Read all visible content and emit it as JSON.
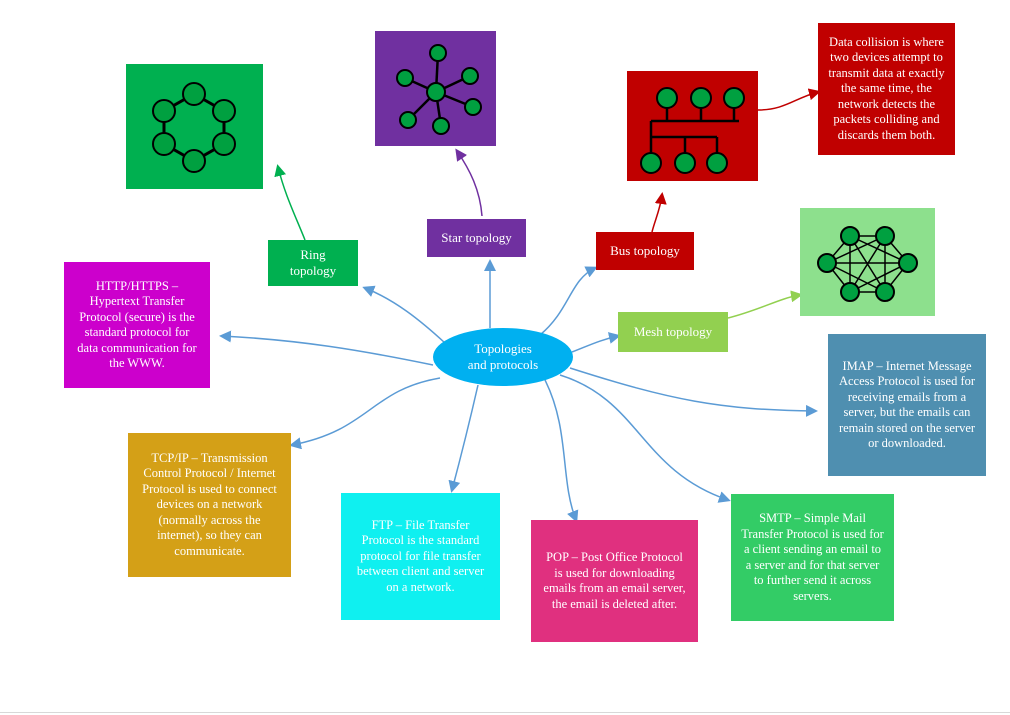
{
  "center": {
    "label": "Topologies\nand protocols",
    "color": "#00b0f0"
  },
  "topologies": {
    "ring": {
      "label": "Ring\ntopology",
      "color": "#00b050",
      "icon": "ring-topology-icon"
    },
    "star": {
      "label": "Star topology",
      "color": "#7030a0",
      "icon": "star-topology-icon"
    },
    "bus": {
      "label": "Bus topology",
      "color": "#c00000",
      "icon": "bus-topology-icon"
    },
    "mesh": {
      "label": "Mesh topology",
      "color": "#92d050",
      "icon": "mesh-topology-icon"
    }
  },
  "collision_note": {
    "text": "Data collision  is where two devices attempt to transmit data at exactly the same time, the network detects the packets colliding  and discards them both.",
    "color": "#c00000"
  },
  "protocols": {
    "http": {
      "text": "HTTP/HTTPS – Hypertext Transfer Protocol (secure) is the standard protocol for data communication for the WWW.",
      "color": "#cc00cc"
    },
    "tcpip": {
      "text": "TCP/IP – Transmission Control Protocol / Internet Protocol is used to connect devices on a network (normally across the internet),  so they can communicate.",
      "color": "#d4a017"
    },
    "ftp": {
      "text": "FTP – File Transfer Protocol is the standard protocol for file transfer between client and server on a network.",
      "color": "#00e5f0"
    },
    "pop": {
      "text": "POP – Post Office Protocol is used for downloading  emails from an email server, the email is deleted after.",
      "color": "#e0307f"
    },
    "smtp": {
      "text": "SMTP – Simple Mail Transfer Protocol is used for a client sending  an email to a server and for that server to further send it across servers.",
      "color": "#33cc66"
    },
    "imap": {
      "text": "IMAP – Internet Message Access Protocol is used for receiving emails from a server, but the emails can remain  stored on the server or downloaded.",
      "color": "#4f8fb0"
    }
  }
}
